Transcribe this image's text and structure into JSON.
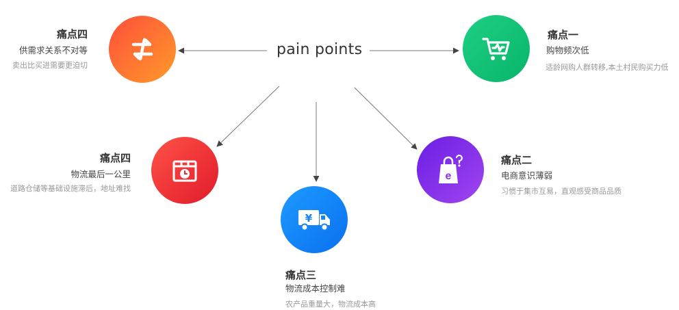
{
  "center": {
    "label": "pain points"
  },
  "points": {
    "supply": {
      "title": "痛点四",
      "subtitle": "供需求关系不对等",
      "desc": "卖出比买进需要更迫切",
      "icon": "exchange-arrows-icon",
      "color_from": "#ff4f3a",
      "color_to": "#ff9a2a"
    },
    "frequency": {
      "title": "痛点一",
      "subtitle": "购物频次低",
      "desc": "适龄网购人群转移,本土村民购买力低",
      "icon": "shopping-cart-icon",
      "color_from": "#1ecf84",
      "color_to": "#08b56a"
    },
    "lastmile": {
      "title": "痛点四",
      "subtitle": "物流最后一公里",
      "desc": "道路仓储等基础设施滞后，地址难找",
      "icon": "parcel-clock-icon",
      "color_from": "#ff5248",
      "color_to": "#e01b2a"
    },
    "ecommerce": {
      "title": "痛点二",
      "subtitle": "电商意识薄弱",
      "desc": "习惯于集市互易，直观感受商品品质",
      "icon": "shopping-bag-question-icon",
      "color_from": "#6a1ee3",
      "color_to": "#a145f0"
    },
    "logistics": {
      "title": "痛点三",
      "subtitle": "物流成本控制难",
      "desc": "农产品重量大，物流成本高",
      "icon": "yuan-truck-icon",
      "color_from": "#1d9bff",
      "color_to": "#0a6ff0"
    }
  }
}
